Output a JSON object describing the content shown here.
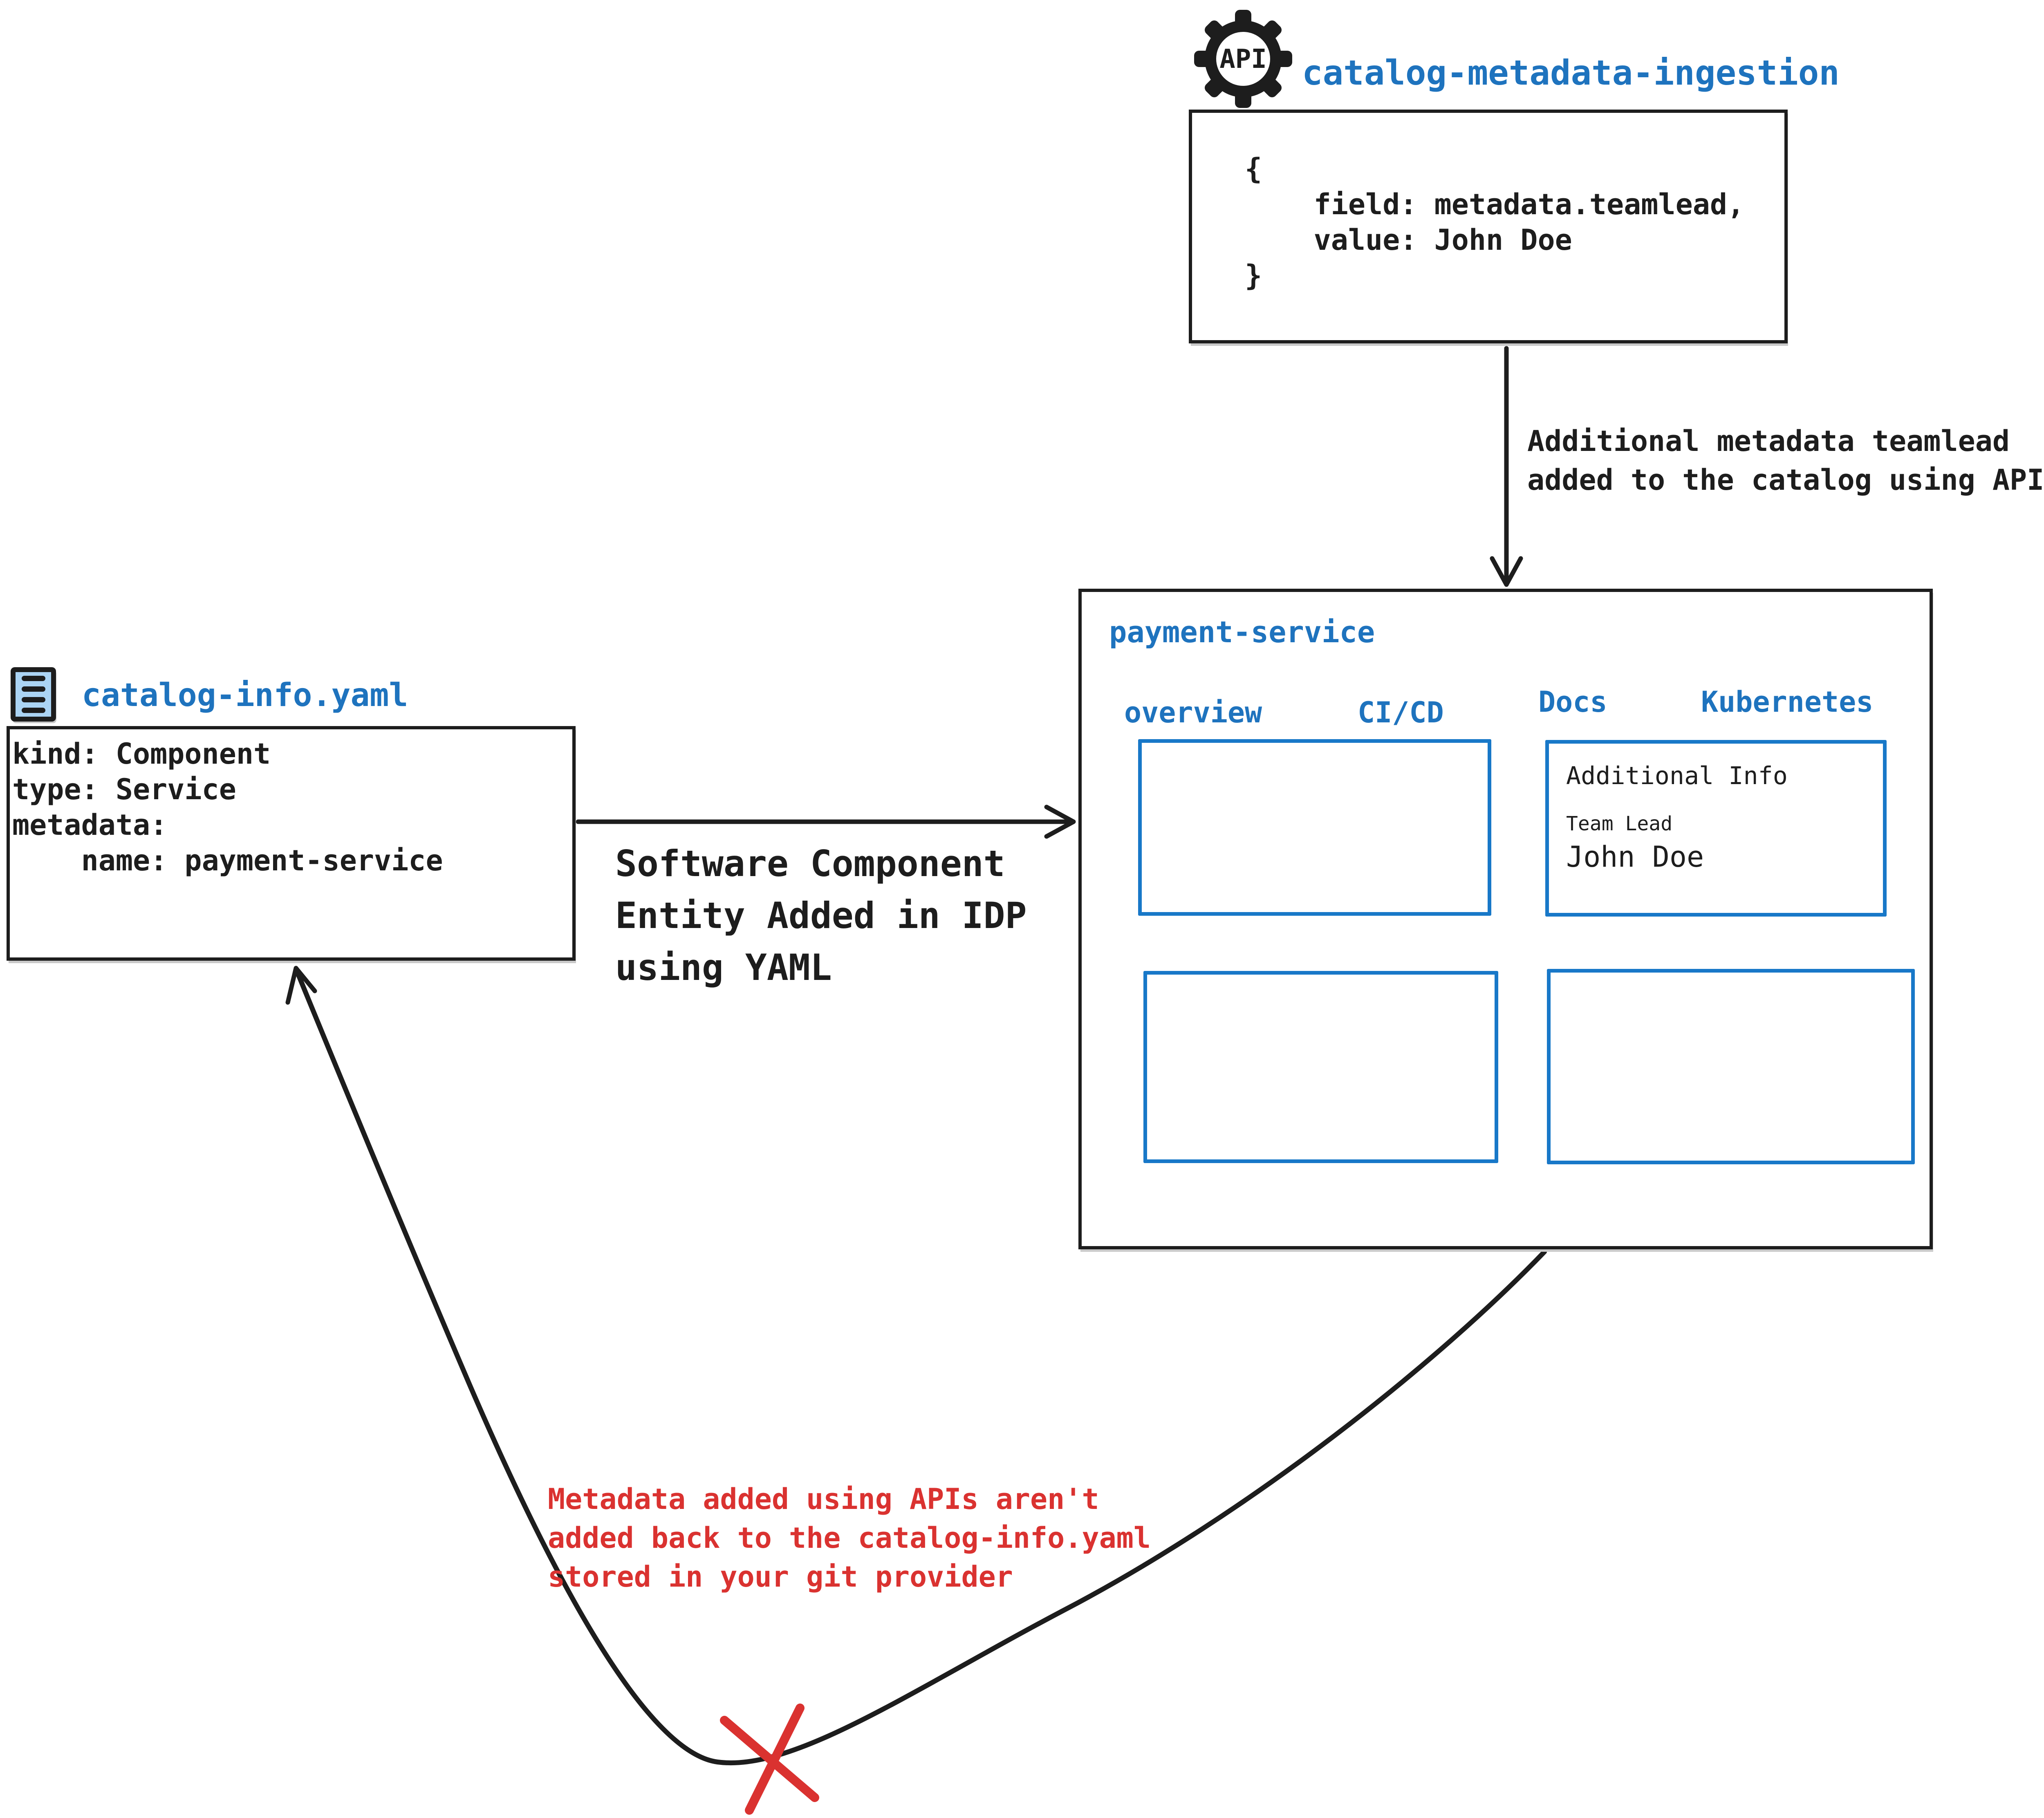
{
  "colors": {
    "blue_text": "#1e73be",
    "blue_border": "#1878c8",
    "icon_fill": "#abd4f4",
    "red": "#da3230",
    "ink": "#1d1d1d"
  },
  "api_node": {
    "icon_label": "API",
    "title": "catalog-metadata-ingestion",
    "code_lines": {
      "l0": "{",
      "l1": "    field: metadata.teamlead,",
      "l2": "    value: John Doe",
      "l3": "}"
    }
  },
  "api_arrow_label": {
    "line1": "Additional metadata teamlead",
    "line2": "added to the catalog using APIs"
  },
  "yaml_node": {
    "title": "catalog-info.yaml",
    "lines": {
      "l0": "kind: Component",
      "l1": "type: Service",
      "l2": "metadata:",
      "l3": "    name: payment-service"
    }
  },
  "yaml_arrow_label": {
    "line1": "Software Component",
    "line2": "Entity Added in IDP",
    "line3": "using YAML"
  },
  "service_node": {
    "title": "payment-service",
    "tabs": {
      "overview": "overview",
      "cicd": "CI/CD",
      "docs": "Docs",
      "kubernetes": "Kubernetes"
    },
    "additional_info": {
      "heading": "Additional Info",
      "label": "Team Lead",
      "value": "John Doe"
    }
  },
  "warning": {
    "line1": "Metadata added using APIs aren't",
    "line2": "added back to the catalog-info.yaml",
    "line3": "stored in your git provider"
  }
}
